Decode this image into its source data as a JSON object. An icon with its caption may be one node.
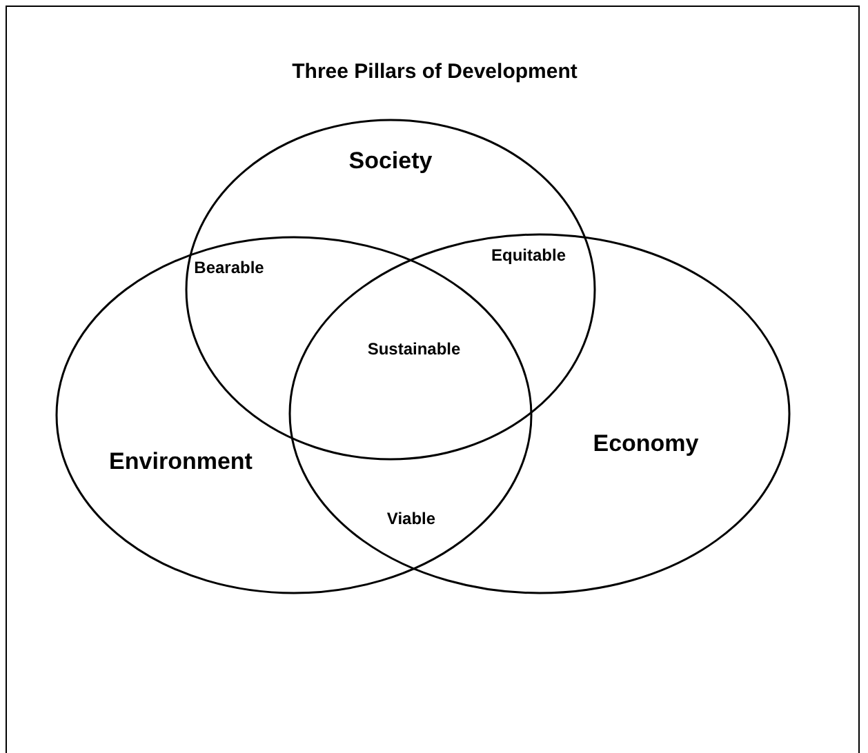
{
  "diagram": {
    "title": "Three Pillars of Development",
    "nodes": [
      {
        "text": [
          "Society"
        ]
      },
      {
        "text": [
          "Environment"
        ]
      },
      {
        "text": [
          "Economy"
        ]
      }
    ],
    "labels": [
      "Bearable",
      "Equitable",
      "Sustainable",
      "Viable"
    ]
  }
}
